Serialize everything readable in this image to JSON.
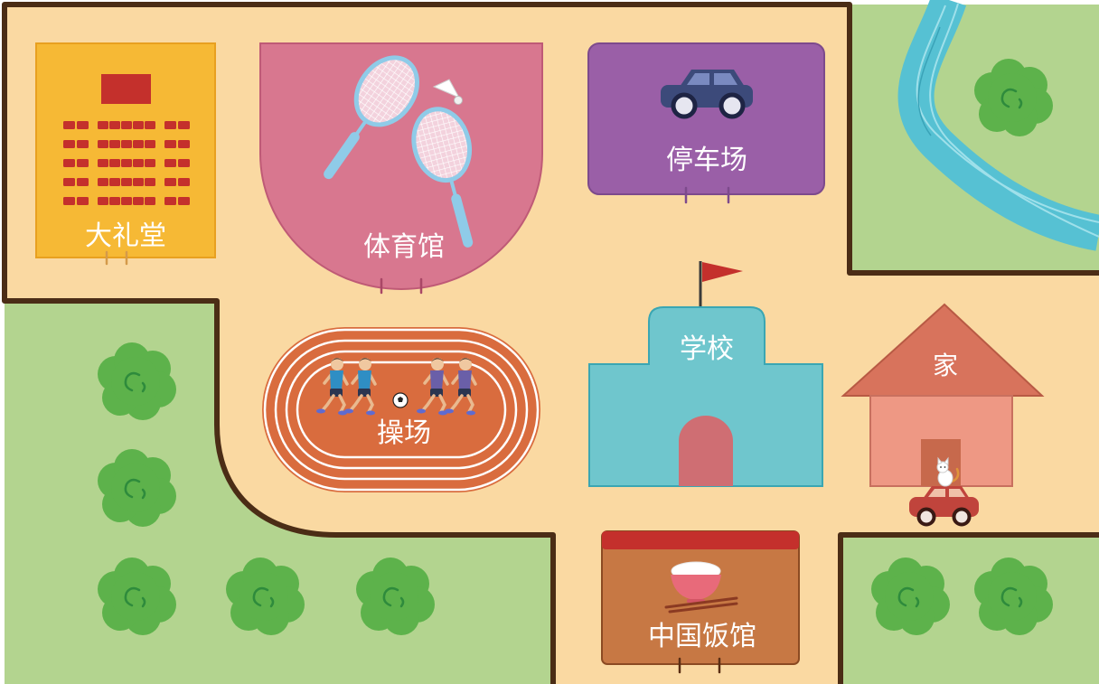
{
  "places": {
    "auditorium": {
      "label": "大礼堂"
    },
    "gymnasium": {
      "label": "体育馆"
    },
    "parking_lot": {
      "label": "停车场"
    },
    "playground": {
      "label": "操场"
    },
    "school": {
      "label": "学校"
    },
    "home": {
      "label": "家"
    },
    "restaurant": {
      "label": "中国饭馆"
    }
  },
  "colors": {
    "road": "#fad9a2",
    "border": "#4b2d16",
    "grass": "#b3d48f",
    "bush": "#5db24b",
    "river": "#56c1d3",
    "auditorium": "#f6b935",
    "gymnasium": "#d8778f",
    "parking_lot": "#9a5fa7",
    "track": "#d96c3e",
    "school": "#6fc6cd",
    "school_door": "#cf6e73",
    "home_roof": "#d8735c",
    "home_wall": "#ee9884",
    "home_door": "#c7694c",
    "restaurant": "#c77844",
    "accent_red": "#c4302c"
  },
  "icons": {
    "auditorium": [
      "stage-icon",
      "seat-icon"
    ],
    "gymnasium": [
      "badminton-racket-icon",
      "shuttlecock-icon"
    ],
    "parking_lot": [
      "car-icon"
    ],
    "playground": [
      "runner-icon",
      "football-icon"
    ],
    "school": [
      "flag-icon"
    ],
    "home": [
      "car-icon",
      "cat-icon"
    ],
    "restaurant": [
      "rice-bowl-icon",
      "chopsticks-icon"
    ],
    "scenery": [
      "bush-icon",
      "river-icon"
    ]
  }
}
